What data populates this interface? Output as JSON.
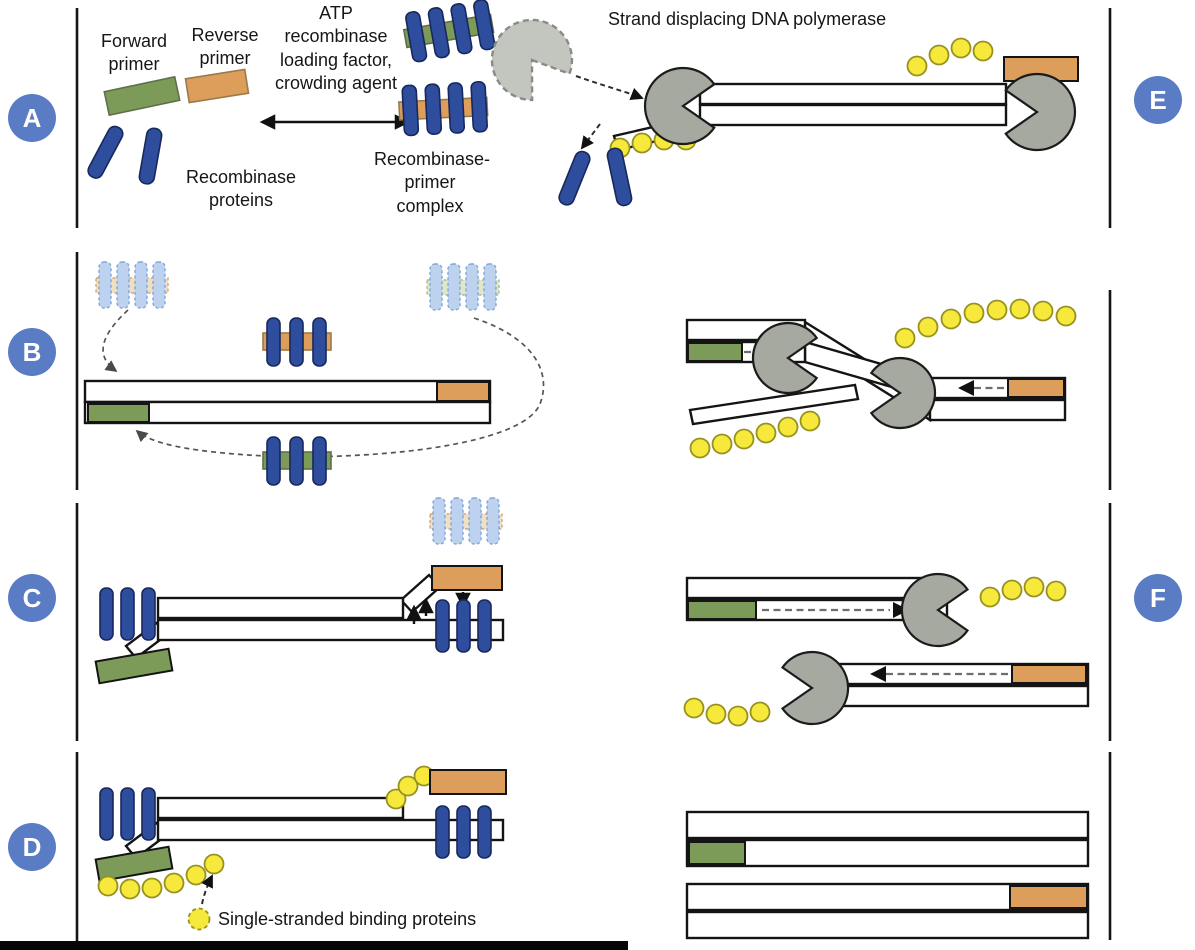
{
  "panels": {
    "a": {
      "letter": "A",
      "forward_primer": "Forward primer",
      "reverse_primer": "Reverse primer",
      "atp": "ATP recombinase loading factor, crowding agent",
      "recombinase_proteins": "Recombinase proteins",
      "recombinase_primer_complex": "Recombinase-primer complex"
    },
    "b": {
      "letter": "B"
    },
    "c": {
      "letter": "C"
    },
    "d": {
      "letter": "D",
      "ssb": "Single-stranded binding proteins"
    },
    "e": {
      "letter": "E",
      "polymerase": "Strand displacing DNA polymerase"
    },
    "f": {
      "letter": "F"
    }
  },
  "colors": {
    "recombinase": "#2e4e9d",
    "forward-primer": "#7c9b59",
    "reverse-primer": "#de9e5b",
    "ssb": "#f6e93c",
    "polymerase": "#a6a99f",
    "badge": "#5a7cc5",
    "dna-outline": "#141414"
  }
}
